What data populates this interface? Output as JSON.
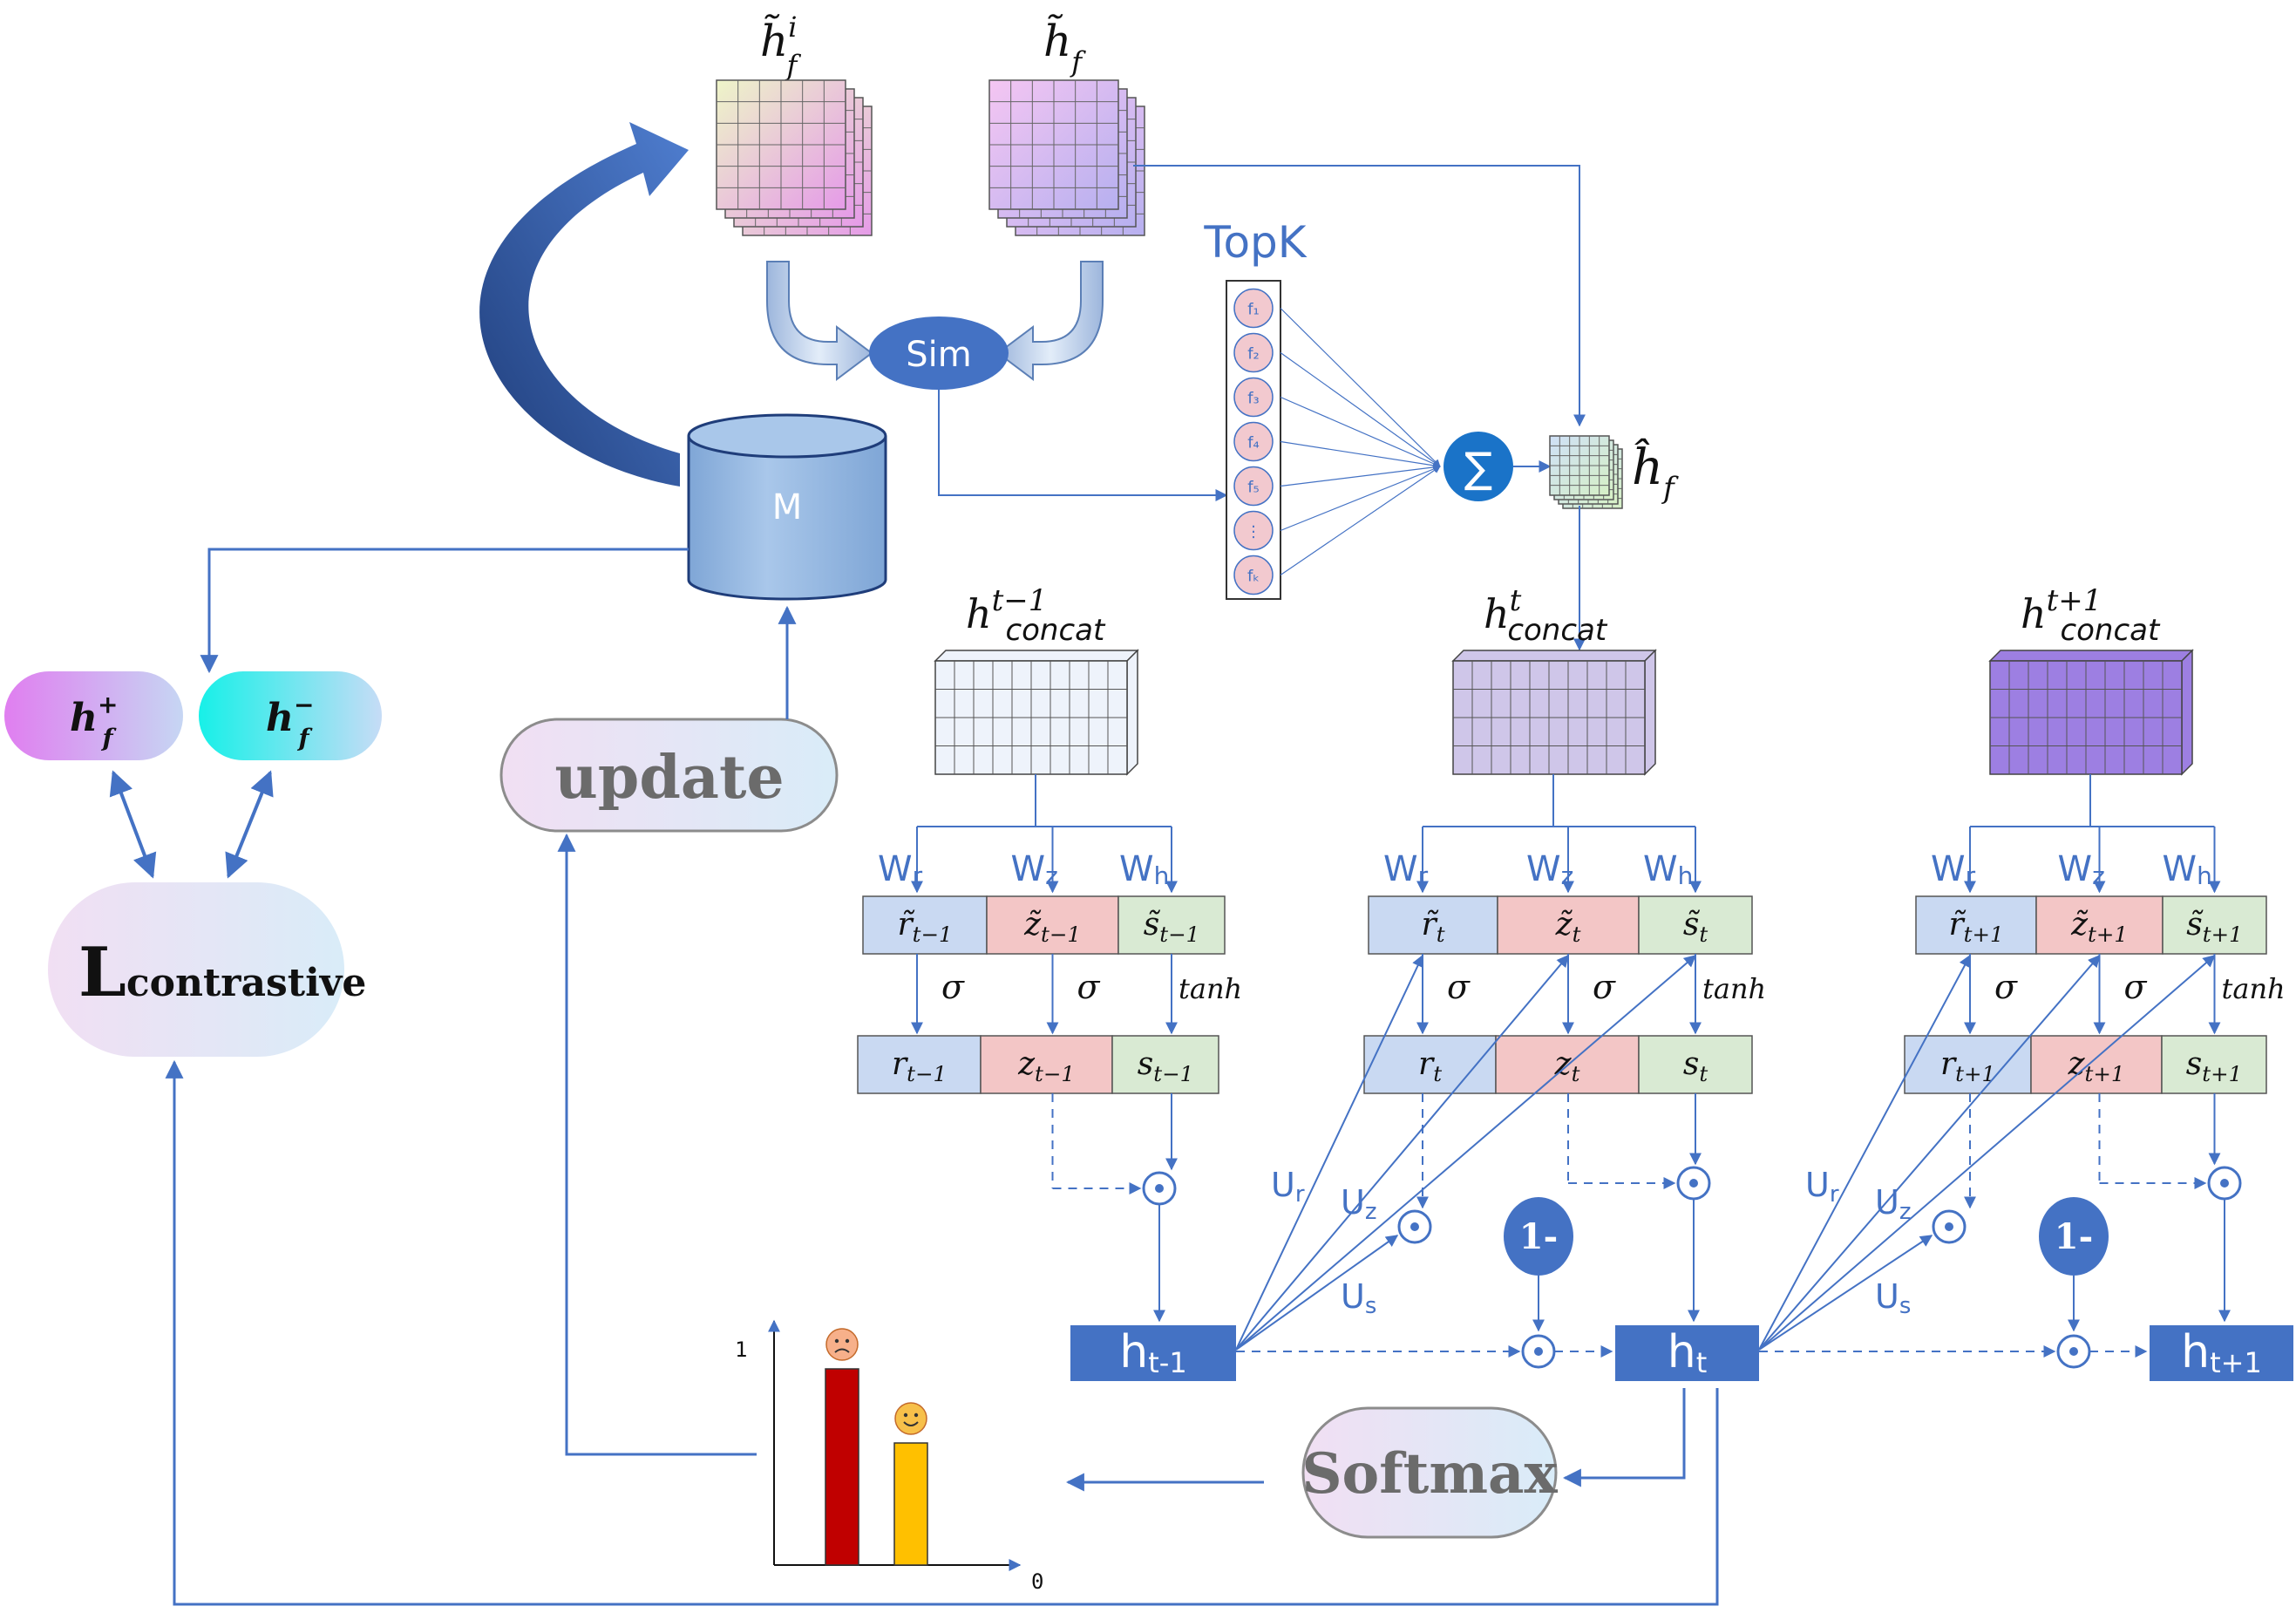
{
  "top_features": {
    "memory_feature_label": "h̃",
    "memory_feature_sup": "i",
    "memory_feature_sub": "f",
    "current_feature_label": "h̃",
    "current_feature_sub": "f",
    "sim_label": "Sim",
    "memory_label": "M",
    "topk_label": "TopK",
    "topk_items": [
      "f₁",
      "f₂",
      "f₃",
      "f₄",
      "f₅",
      "⋮",
      "fₖ"
    ],
    "sum_symbol": "∑",
    "aggregated_label": "ĥ",
    "aggregated_sub": "f"
  },
  "contrastive": {
    "positive_label": "h",
    "positive_sup": "+",
    "positive_sub": "f",
    "negative_label": "h",
    "negative_sup": "−",
    "negative_sub": "f",
    "loss_main": "L",
    "loss_sub": "contrastive",
    "update_label": "update",
    "softmax_label": "Softmax"
  },
  "gru_steps": [
    {
      "concat_base": "h",
      "concat_sup": "t−1",
      "concat_sub": "concat",
      "weights": [
        "Wr",
        "Wz",
        "Wh"
      ],
      "pre_gates": [
        "r̃t−1",
        "z̃t−1",
        "s̃t−1"
      ],
      "activations": [
        "σ",
        "σ",
        "tanh"
      ],
      "gates": [
        "rt−1",
        "zt−1",
        "st−1"
      ],
      "hidden": "ht-1"
    },
    {
      "concat_base": "h",
      "concat_sup": "t",
      "concat_sub": "concat",
      "weights": [
        "Wr",
        "Wz",
        "Wh"
      ],
      "pre_gates": [
        "r̃t",
        "z̃t",
        "s̃t"
      ],
      "activations": [
        "σ",
        "σ",
        "tanh"
      ],
      "gates": [
        "rt",
        "zt",
        "st"
      ],
      "recurrent": [
        "Ur",
        "Uz",
        "Us"
      ],
      "one_minus": "1-",
      "hidden": "ht"
    },
    {
      "concat_base": "h",
      "concat_sup": "t+1",
      "concat_sub": "concat",
      "weights": [
        "Wr",
        "Wz",
        "Wh"
      ],
      "pre_gates": [
        "r̃t+1",
        "z̃t+1",
        "s̃t+1"
      ],
      "activations": [
        "σ",
        "σ",
        "tanh"
      ],
      "gates": [
        "rt+1",
        "zt+1",
        "st+1"
      ],
      "recurrent": [
        "Ur",
        "Uz",
        "Us"
      ],
      "one_minus": "1-",
      "hidden": "ht+1"
    }
  ],
  "probability_chart": {
    "y_tick": "1",
    "x_tick": "0",
    "bars": [
      {
        "value": 0.9,
        "color": "#c00000",
        "icon": "sad-face-icon"
      },
      {
        "value": 0.56,
        "color": "#ffc000",
        "icon": "smile-face-icon"
      }
    ]
  },
  "colors": {
    "accent_blue": "#4472c4",
    "hidden_box": "#4472c4",
    "reset_gate": "#c9d9f2",
    "update_gate": "#f3c6c6",
    "state_gate": "#d9ead3"
  }
}
